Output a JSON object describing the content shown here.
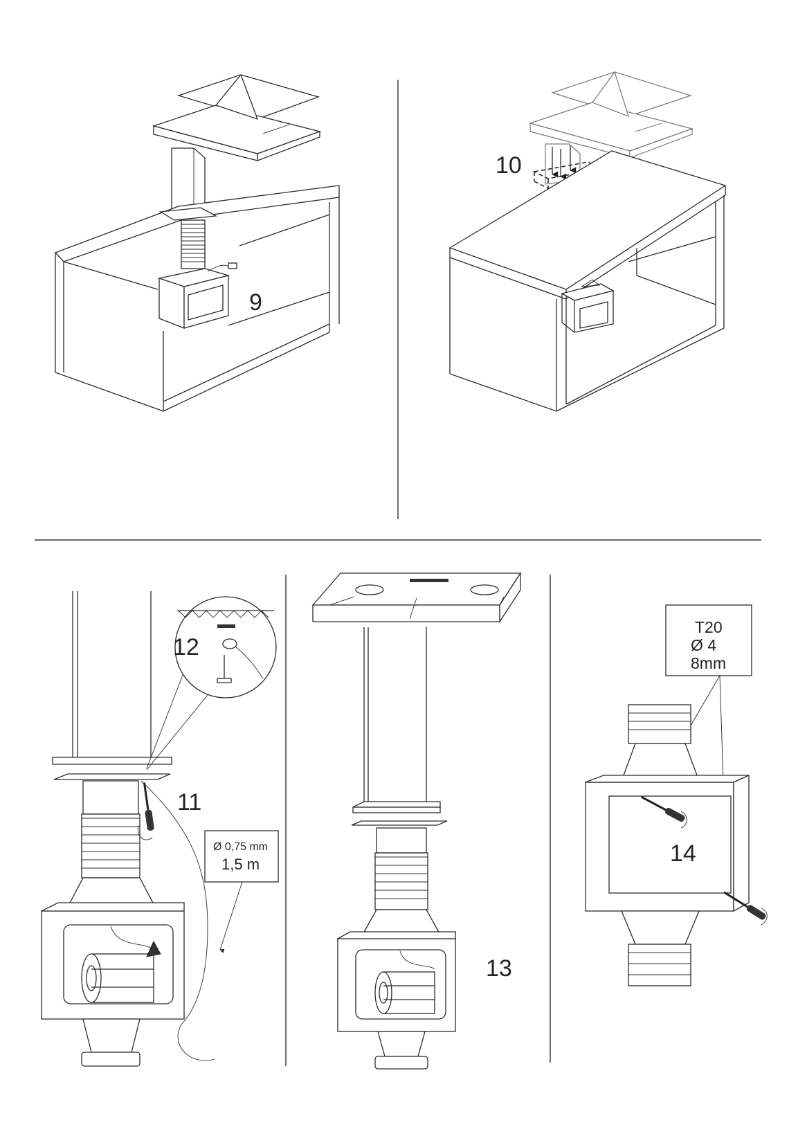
{
  "steps": {
    "s9": "9",
    "s10": "10",
    "s11": "11",
    "s12": "12",
    "s13": "13",
    "s14": "14"
  },
  "cable_spec": {
    "diameter": "Ø 0,75 mm",
    "length": "1,5 m"
  },
  "screw_spec": {
    "bit": "T20",
    "diameter": "Ø 4",
    "length": "8mm"
  },
  "icons": [
    "screwdriver-icon",
    "screw-icon",
    "arrow-down-icon"
  ]
}
